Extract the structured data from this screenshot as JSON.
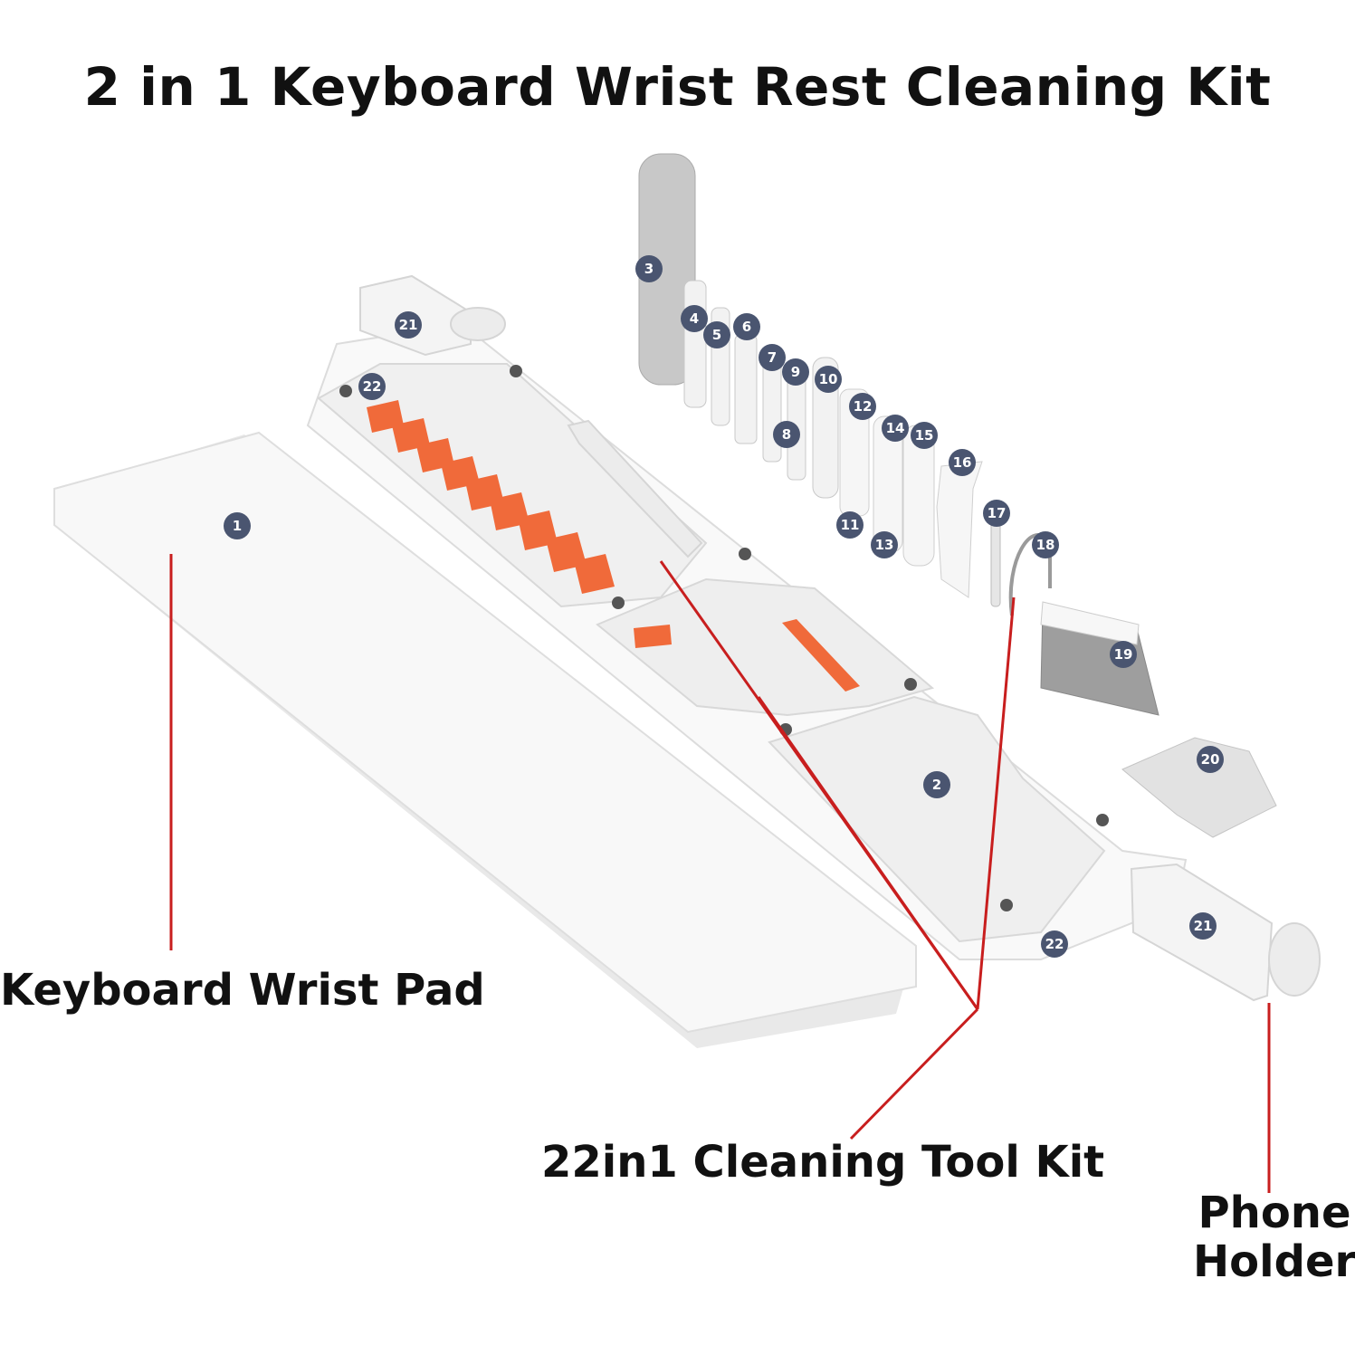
{
  "title": "2 in 1 Keyboard Wrist Rest Cleaning Kit",
  "labels": {
    "wrist_pad": "Keyboard Wrist Pad",
    "tool_kit": "22in1 Cleaning Tool Kit",
    "phone_line1": "Phone",
    "phone_line2": "Holder"
  },
  "badges": [
    "1",
    "2",
    "3",
    "4",
    "5",
    "6",
    "7",
    "8",
    "9",
    "10",
    "11",
    "12",
    "13",
    "14",
    "15",
    "16",
    "17",
    "18",
    "19",
    "20",
    "21",
    "21",
    "22",
    "22"
  ],
  "colors": {
    "accent": "#f06a3a",
    "badge": "#4a5570",
    "leader": "#c81e1e",
    "plastic": "#f7f7f7",
    "outline": "#d9d9d9"
  }
}
